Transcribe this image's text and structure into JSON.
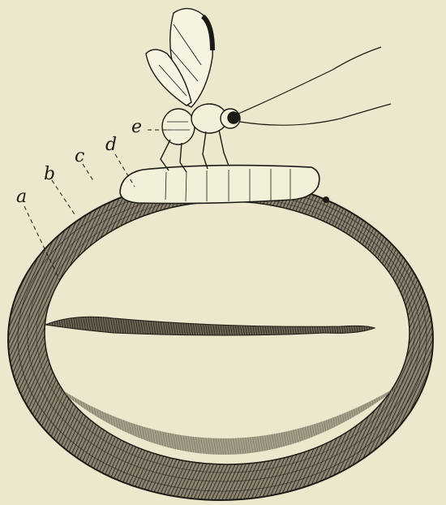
{
  "figure": {
    "labels": {
      "a": "a",
      "b": "b",
      "c": "c",
      "d": "d",
      "e": "e"
    },
    "colors": {
      "paper": "#ece8ce",
      "ink": "#1c1a14",
      "shell": "#4a463a"
    }
  }
}
